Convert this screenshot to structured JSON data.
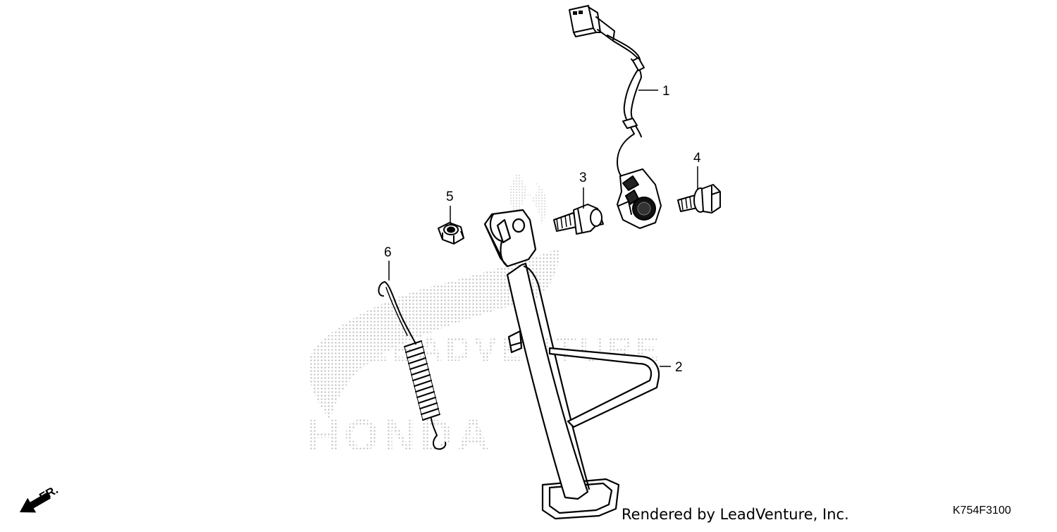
{
  "watermark": {
    "brand_line": "LEADVENTURE",
    "logo_text": "HONDA"
  },
  "callouts": [
    {
      "number": "1",
      "part": "side-stand-switch"
    },
    {
      "number": "2",
      "part": "side-stand"
    },
    {
      "number": "3",
      "part": "pivot-bolt"
    },
    {
      "number": "4",
      "part": "flange-bolt"
    },
    {
      "number": "5",
      "part": "lock-nut"
    },
    {
      "number": "6",
      "part": "stand-spring"
    }
  ],
  "direction_indicator": {
    "label": "FR.",
    "icon": "front-arrow-icon"
  },
  "footer": {
    "credit": "Rendered by LeadVenture, Inc.",
    "diagram_code": "K754F3100"
  },
  "colors": {
    "line": "#000000",
    "watermark": "#c8c8c8",
    "background": "#ffffff"
  }
}
